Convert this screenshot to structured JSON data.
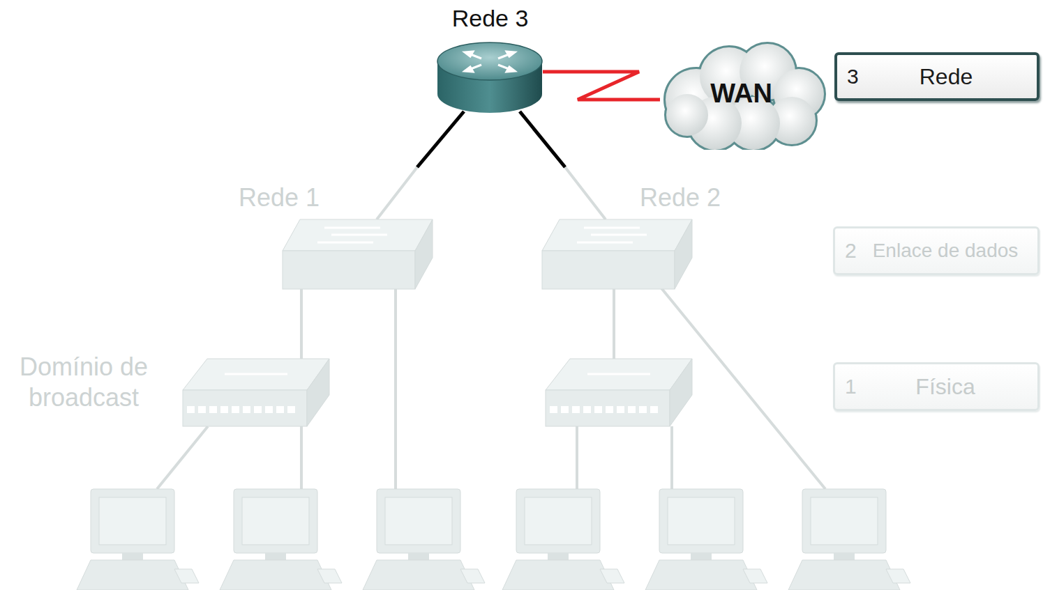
{
  "diagram": {
    "nodes": [
      {
        "text": [
          "Rede 3"
        ]
      },
      {
        "text": [
          "WAN"
        ]
      },
      {
        "text": [
          "3",
          "Rede"
        ]
      },
      {
        "text": [
          "2",
          "Enlace de dados"
        ]
      },
      {
        "text": [
          "1",
          "Física"
        ]
      }
    ],
    "edges": [
      {
        "from": 0,
        "to": 1,
        "arrow": "none"
      }
    ],
    "labels": [
      "Rede 1",
      "Rede 2",
      "Domínio de broadcast"
    ]
  }
}
